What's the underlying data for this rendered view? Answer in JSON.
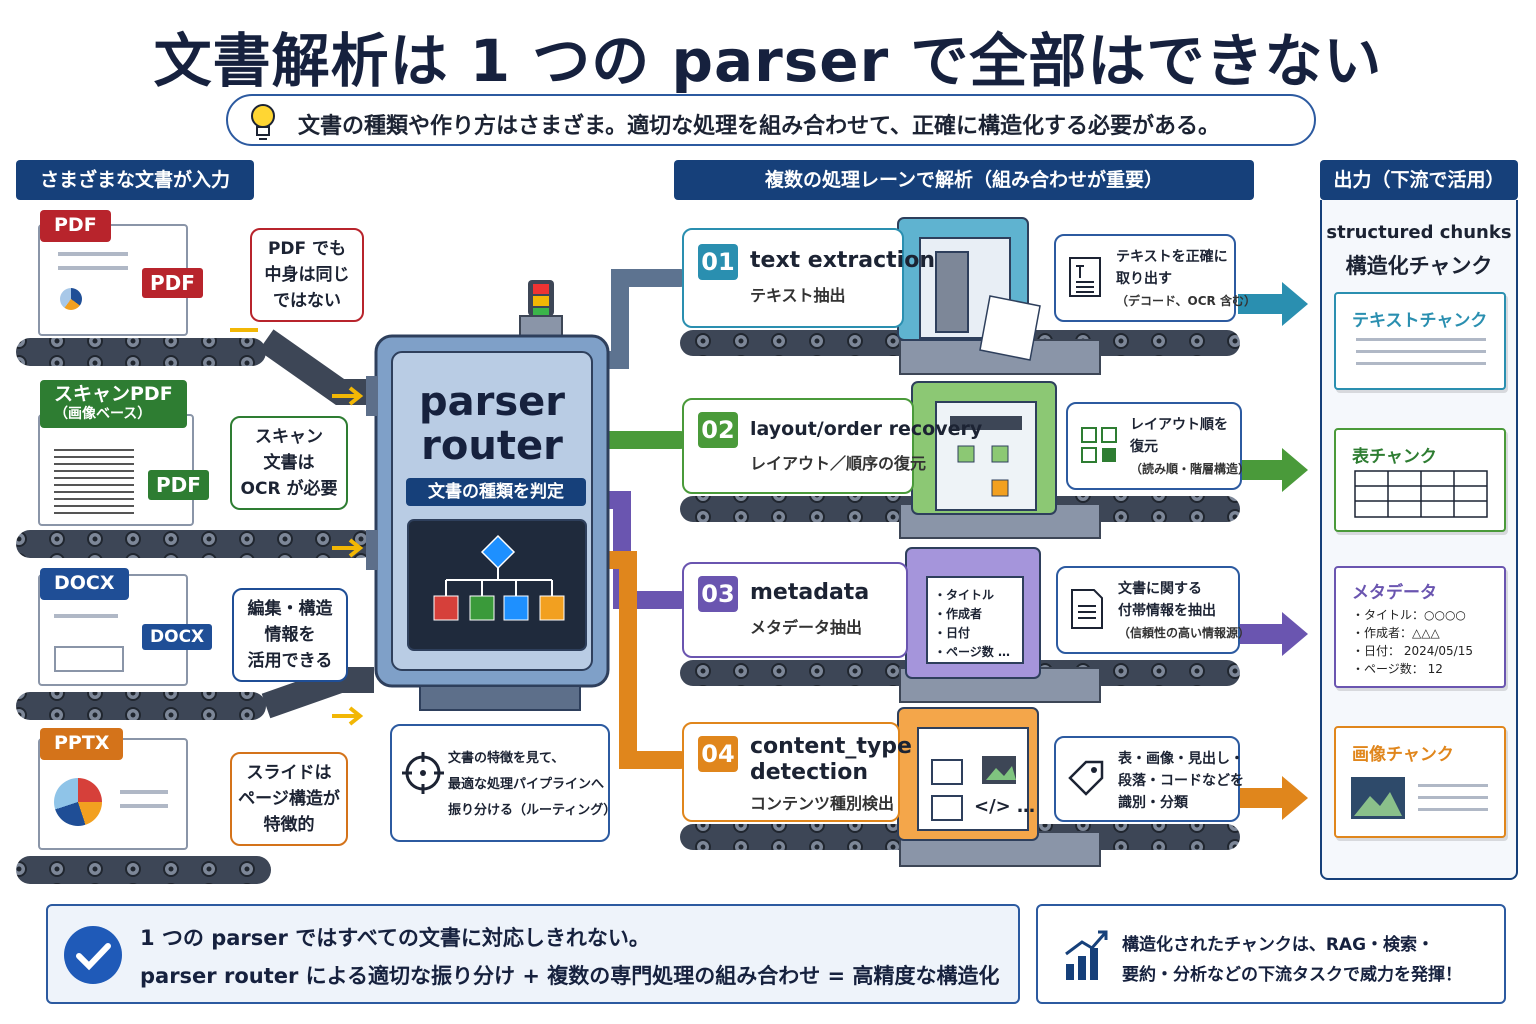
{
  "title": "文書解析は 1 つの parser で全部はできない",
  "subtitle": "文書の種類や作り方はさまざま。適切な処理を組み合わせて、正確に構造化する必要がある。",
  "sections": {
    "input": "さまざまな文書が入力",
    "lanes": "複数の処理レーンで解析（組み合わせが重要）",
    "output": "出力（下流で活用）"
  },
  "inputs": [
    {
      "tag": "PDF",
      "badge": "PDF",
      "note": [
        "PDF でも",
        "中身は同じ",
        "ではない"
      ]
    },
    {
      "tag": "スキャンPDF",
      "tag_sub": "（画像ベース）",
      "badge": "PDF",
      "note": [
        "スキャン",
        "文書は",
        "OCR が必要"
      ]
    },
    {
      "tag": "DOCX",
      "badge": "DOCX",
      "note": [
        "編集・構造",
        "情報を",
        "活用できる"
      ]
    },
    {
      "tag": "PPTX",
      "note": [
        "スライドは",
        "ページ構造が",
        "特徴的"
      ]
    }
  ],
  "router": {
    "title_line1": "parser",
    "title_line2": "router",
    "label": "文書の種類を判定",
    "note": [
      "文書の特徴を見て、",
      "最適な処理パイプラインへ",
      "振り分ける（ルーティング）"
    ]
  },
  "lanes": [
    {
      "num": "01",
      "title": "text extraction",
      "sub": "テキスト抽出",
      "desc": [
        "テキストを正確に",
        "取り出す",
        "（デコード、OCR 含む）"
      ]
    },
    {
      "num": "02",
      "title": "layout/order recovery",
      "sub": "レイアウト／順序の復元",
      "desc": [
        "レイアウト順を",
        "復元",
        "（読み順・階層構造）"
      ]
    },
    {
      "num": "03",
      "title": "metadata",
      "sub": "メタデータ抽出",
      "screen": [
        "・タイトル",
        "・作成者",
        "・日付",
        "・ページ数 …"
      ],
      "desc": [
        "文書に関する",
        "付帯情報を抽出",
        "（信頼性の高い情報源）"
      ]
    },
    {
      "num": "04",
      "title": "content_type",
      "title2": "detection",
      "sub": "コンテンツ種別検出",
      "screen_code": "</> …",
      "desc": [
        "表・画像・見出し・",
        "段落・コードなどを",
        "識別・分類"
      ]
    }
  ],
  "outputs": {
    "head1": "structured chunks",
    "head2": "構造化チャンク",
    "cards": [
      {
        "title": "テキストチャンク"
      },
      {
        "title": "表チャンク"
      },
      {
        "title": "メタデータ",
        "lines": [
          "・タイトル：○○○○",
          "・作成者：△△△",
          "・日付： 2024/05/15",
          "・ページ数： 12"
        ]
      },
      {
        "title": "画像チャンク"
      }
    ],
    "dots": "⋮"
  },
  "bottom": {
    "line1": "1 つの parser ではすべての文書に対応しきれない。",
    "line2": "parser router による適切な振り分け + 複数の専門処理の組み合わせ = 高精度な構造化",
    "side1": "構造化されたチャンクは、RAG・検索・",
    "side2": "要約・分析などの下流タスクで威力を発揮！"
  },
  "colors": {
    "navy": "#16407a",
    "pdf": "#b8242c",
    "scan": "#2e7d32",
    "docx": "#1f4e96",
    "pptx": "#d4731a",
    "lane1": "#2a8fb0",
    "lane2": "#4a9a3a",
    "lane3": "#6a55b0",
    "lane4": "#e0861c"
  }
}
